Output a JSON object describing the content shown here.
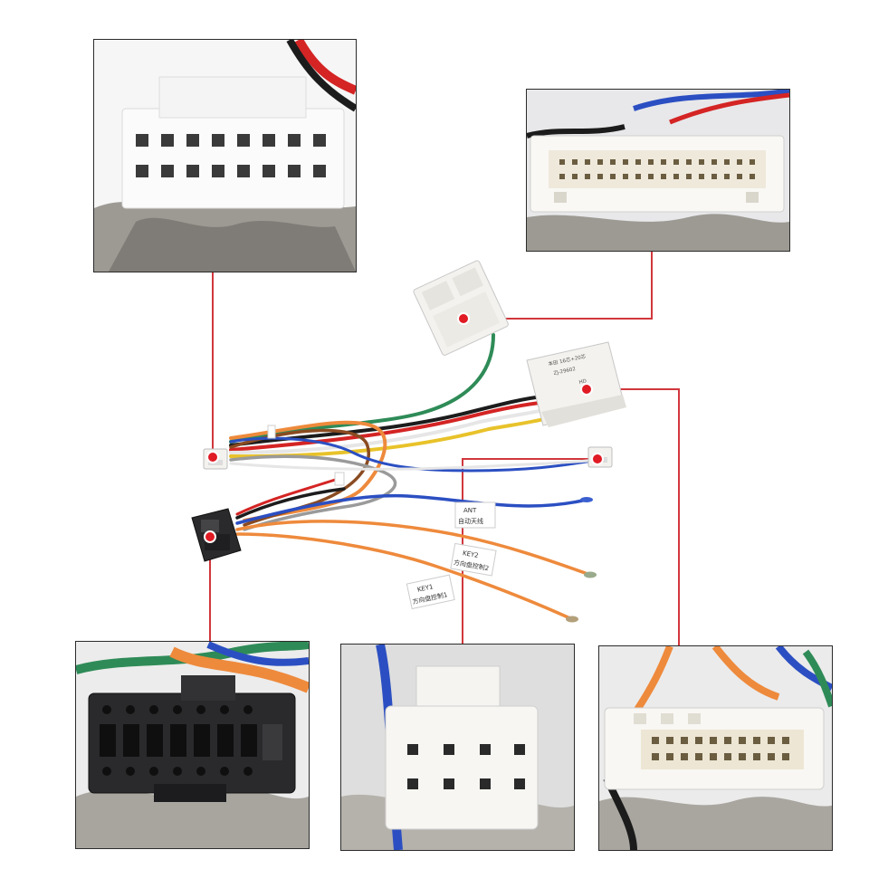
{
  "labels": {
    "ant_code": "ANT",
    "ant_name": "自动天线",
    "key2_code": "KEY2",
    "key2_name": "方向盘控制2",
    "key1_code": "KEY1",
    "key1_name": "方向盘控制1",
    "plug_line1": "本田 16芯+20芯",
    "plug_line2": "ZJ-29602",
    "plug_line3": "HD"
  },
  "colors": {
    "callout": "#e01b24",
    "leader": "#d1373c",
    "connector_white": "#f3f2ee",
    "connector_black": "#2a2a2c",
    "wire_blue": "#2b4fc2",
    "wire_orange": "#ee8a3c",
    "wire_green": "#2e8b57",
    "wire_red": "#d42424",
    "wire_black": "#1c1c1c",
    "wire_white": "#eeeeee",
    "wire_yellow": "#e8c22a",
    "wire_brown": "#8a4b21"
  },
  "icons": {
    "callout_marker": "red-dot-icon"
  }
}
